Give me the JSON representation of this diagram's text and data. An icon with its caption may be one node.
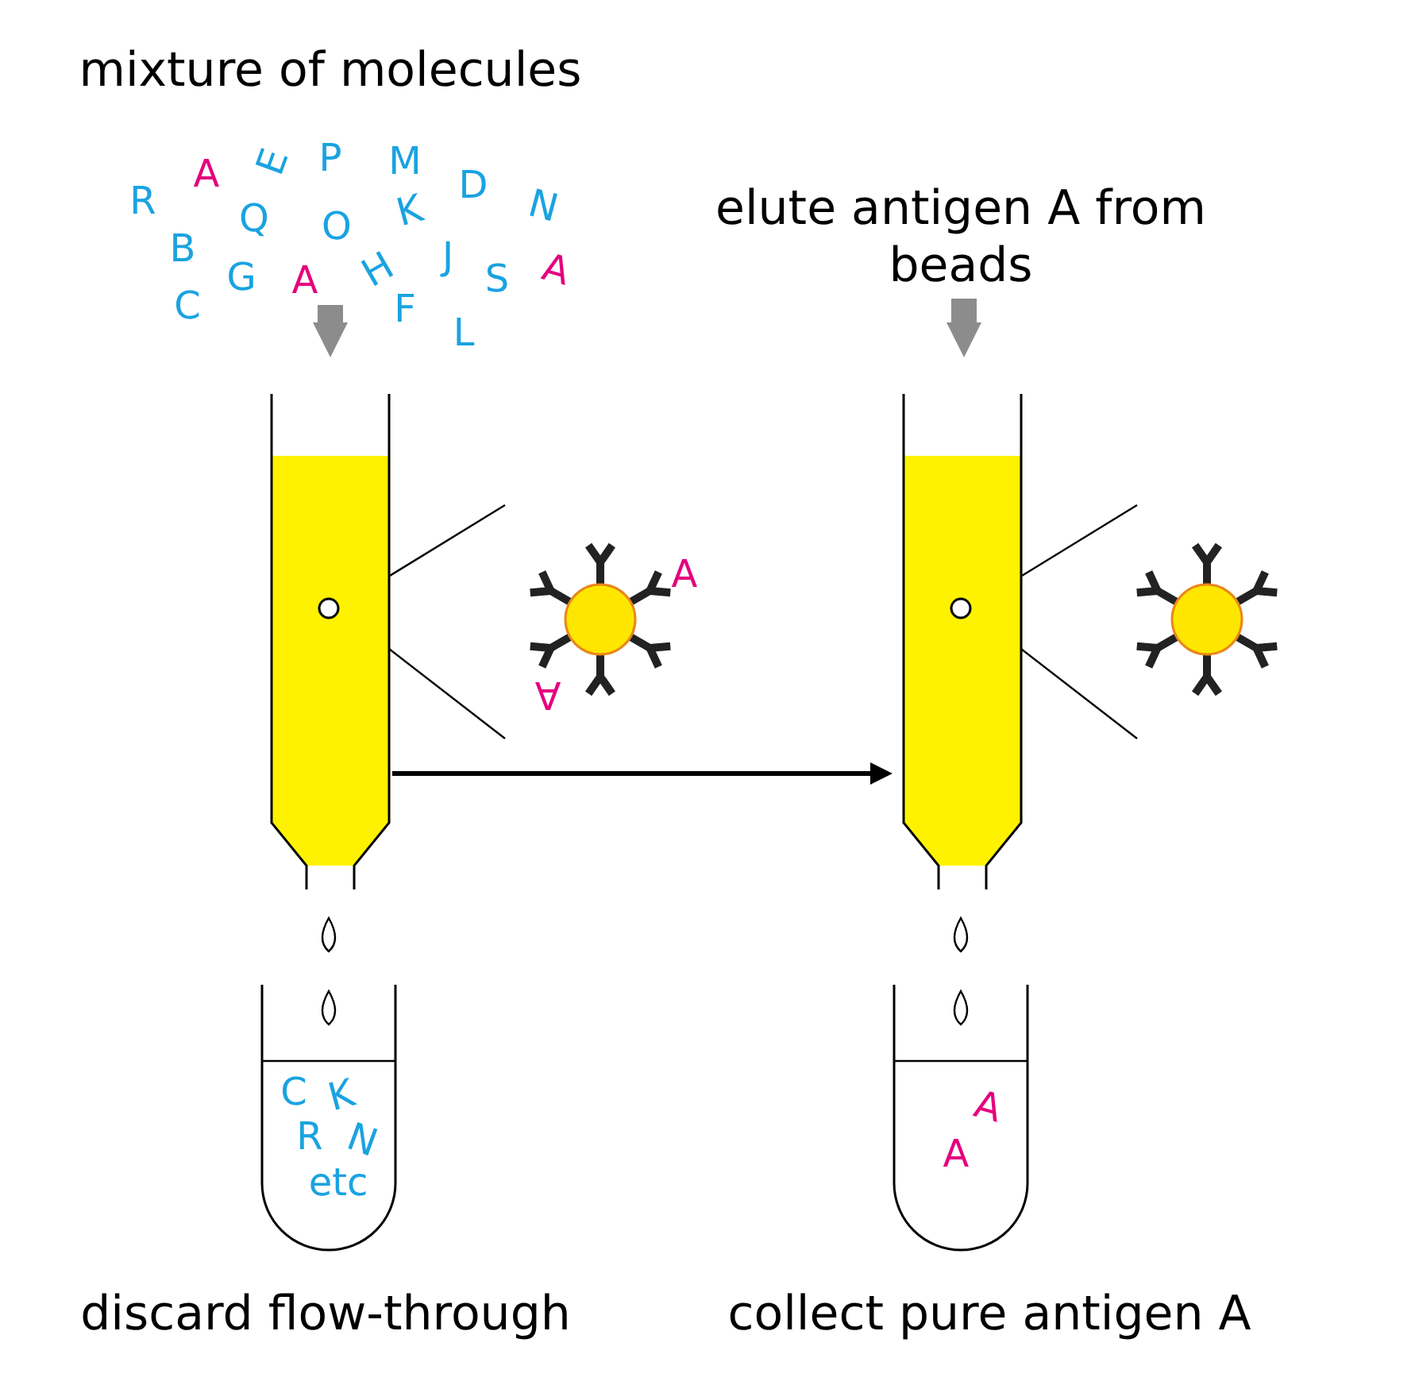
{
  "diagram": {
    "nodes": [
      {
        "text": [
          "mixture of molecules"
        ]
      },
      {
        "text": [],
        "shape": "picture"
      },
      {
        "text": [
          "elute antigen A from beads"
        ]
      },
      {
        "text": [],
        "shape": "picture"
      }
    ],
    "edges": [
      {
        "from": null,
        "to": 1,
        "arrow": "to"
      },
      {
        "from": 2,
        "to": 3,
        "arrow": "to"
      },
      {
        "from": 1,
        "to": 3,
        "arrow": "to",
        "color": "#000000"
      }
    ],
    "labels": [
      "R",
      "A",
      "E",
      "P",
      "M",
      "D",
      "N",
      "B",
      "Q",
      "O",
      "K",
      "H",
      "J",
      "S",
      "A",
      "C",
      "G",
      "A",
      "F",
      "L",
      "A",
      "A",
      "C",
      "K",
      "R",
      "N",
      "etc",
      "A",
      "A",
      "discard flow-through",
      "collect pure antigen A"
    ]
  }
}
